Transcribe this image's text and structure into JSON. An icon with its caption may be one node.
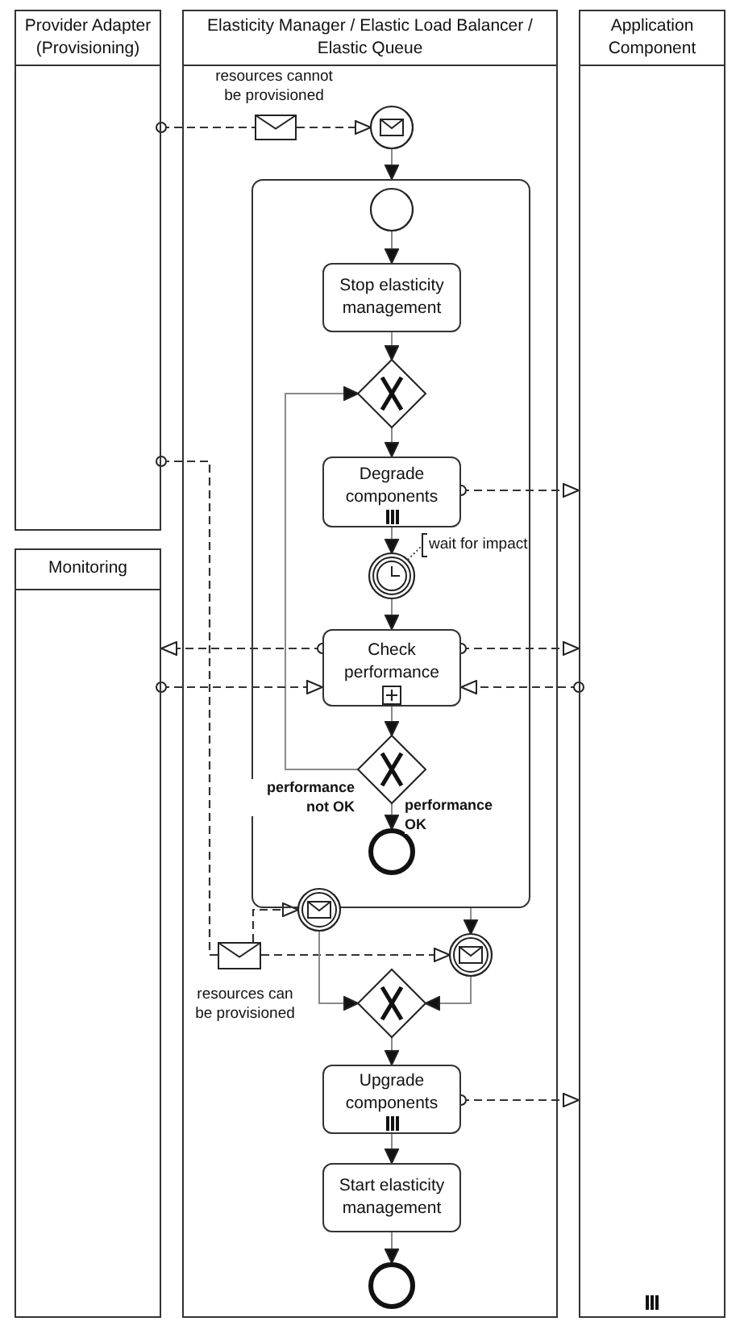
{
  "diagram": {
    "nodes": [
      {
        "text": [
          "Provider Adapter (Provisioning)"
        ]
      },
      {
        "text": [
          "Monitoring"
        ]
      },
      {
        "text": [
          "Elasticity Manager / Elastic Load Balancer / Elastic Queue"
        ]
      },
      {
        "text": [
          "Application Component"
        ]
      },
      {
        "text": [
          "resources cannot be provisioned"
        ],
        "in": 2
      },
      {
        "text": [],
        "shape": "circle",
        "in": 2
      },
      {
        "text": [],
        "shape": "box",
        "in": 2
      },
      {
        "text": [],
        "shape": "circle",
        "in": 6
      },
      {
        "text": [
          "Stop elasticity management"
        ],
        "in": 6
      },
      {
        "text": [],
        "shape": "diamond",
        "in": 6
      },
      {
        "text": [
          "Degrade components"
        ],
        "in": 6
      },
      {
        "text": [],
        "shape": "circle",
        "in": 6,
        "beside": [
          "wait for impact"
        ]
      },
      {
        "text": [
          "Check performance"
        ],
        "in": 6
      },
      {
        "text": [],
        "shape": "diamond",
        "in": 6
      },
      {
        "text": [],
        "shape": "circle",
        "in": 6
      },
      {
        "text": [],
        "shape": "circle",
        "in": 2
      },
      {
        "text": [
          "resources can be provisioned"
        ],
        "in": 2
      },
      {
        "text": [],
        "shape": "circle",
        "in": 2
      },
      {
        "text": [],
        "shape": "diamond",
        "in": 2
      },
      {
        "text": [
          "Upgrade components"
        ],
        "in": 2
      },
      {
        "text": [
          "Start elasticity management"
        ],
        "in": 2
      },
      {
        "text": [],
        "shape": "circle",
        "in": 2
      }
    ],
    "edges": [
      {
        "from": 0,
        "to": 4,
        "arrow": "other",
        "style": "dashed"
      },
      {
        "from": 4,
        "to": 5,
        "arrow": "to",
        "style": "dashed"
      },
      {
        "from": 5,
        "to": 6,
        "arrow": "to"
      },
      {
        "from": 7,
        "to": 8,
        "arrow": "to"
      },
      {
        "from": 8,
        "to": 9,
        "arrow": "to"
      },
      {
        "from": 9,
        "to": 10,
        "arrow": "to"
      },
      {
        "from": 10,
        "to": 11,
        "arrow": "to"
      },
      {
        "from": 11,
        "to": 12,
        "arrow": "to"
      },
      {
        "from": 12,
        "to": 13,
        "arrow": "to"
      },
      {
        "from": 13,
        "to": 14,
        "arrow": "to",
        "label": "performance OK"
      },
      {
        "from": 13,
        "to": 9,
        "arrow": "to",
        "label": "performance not OK"
      },
      {
        "from": 10,
        "to": 3,
        "arrow": "to",
        "style": "dashed"
      },
      {
        "from": 12,
        "to": 3,
        "arrow": "to",
        "style": "dashed"
      },
      {
        "from": 3,
        "to": 12,
        "arrow": "to",
        "style": "dashed"
      },
      {
        "from": 12,
        "to": 1,
        "arrow": "to",
        "style": "dashed"
      },
      {
        "from": 1,
        "to": 12,
        "arrow": "to",
        "style": "dashed"
      },
      {
        "from": 0,
        "to": 16,
        "arrow": "other",
        "style": "dashed"
      },
      {
        "from": 16,
        "to": 15,
        "arrow": "to",
        "style": "dashed"
      },
      {
        "from": 16,
        "to": 17,
        "arrow": "to",
        "style": "dashed"
      },
      {
        "from": 6,
        "to": 17,
        "arrow": "to"
      },
      {
        "from": 15,
        "to": 18,
        "arrow": "to"
      },
      {
        "from": 17,
        "to": 18,
        "arrow": "to"
      },
      {
        "from": 18,
        "to": 19,
        "arrow": "to"
      },
      {
        "from": 19,
        "to": 3,
        "arrow": "to",
        "style": "dashed"
      },
      {
        "from": 19,
        "to": 20,
        "arrow": "to"
      },
      {
        "from": 20,
        "to": 21,
        "arrow": "to"
      }
    ]
  }
}
